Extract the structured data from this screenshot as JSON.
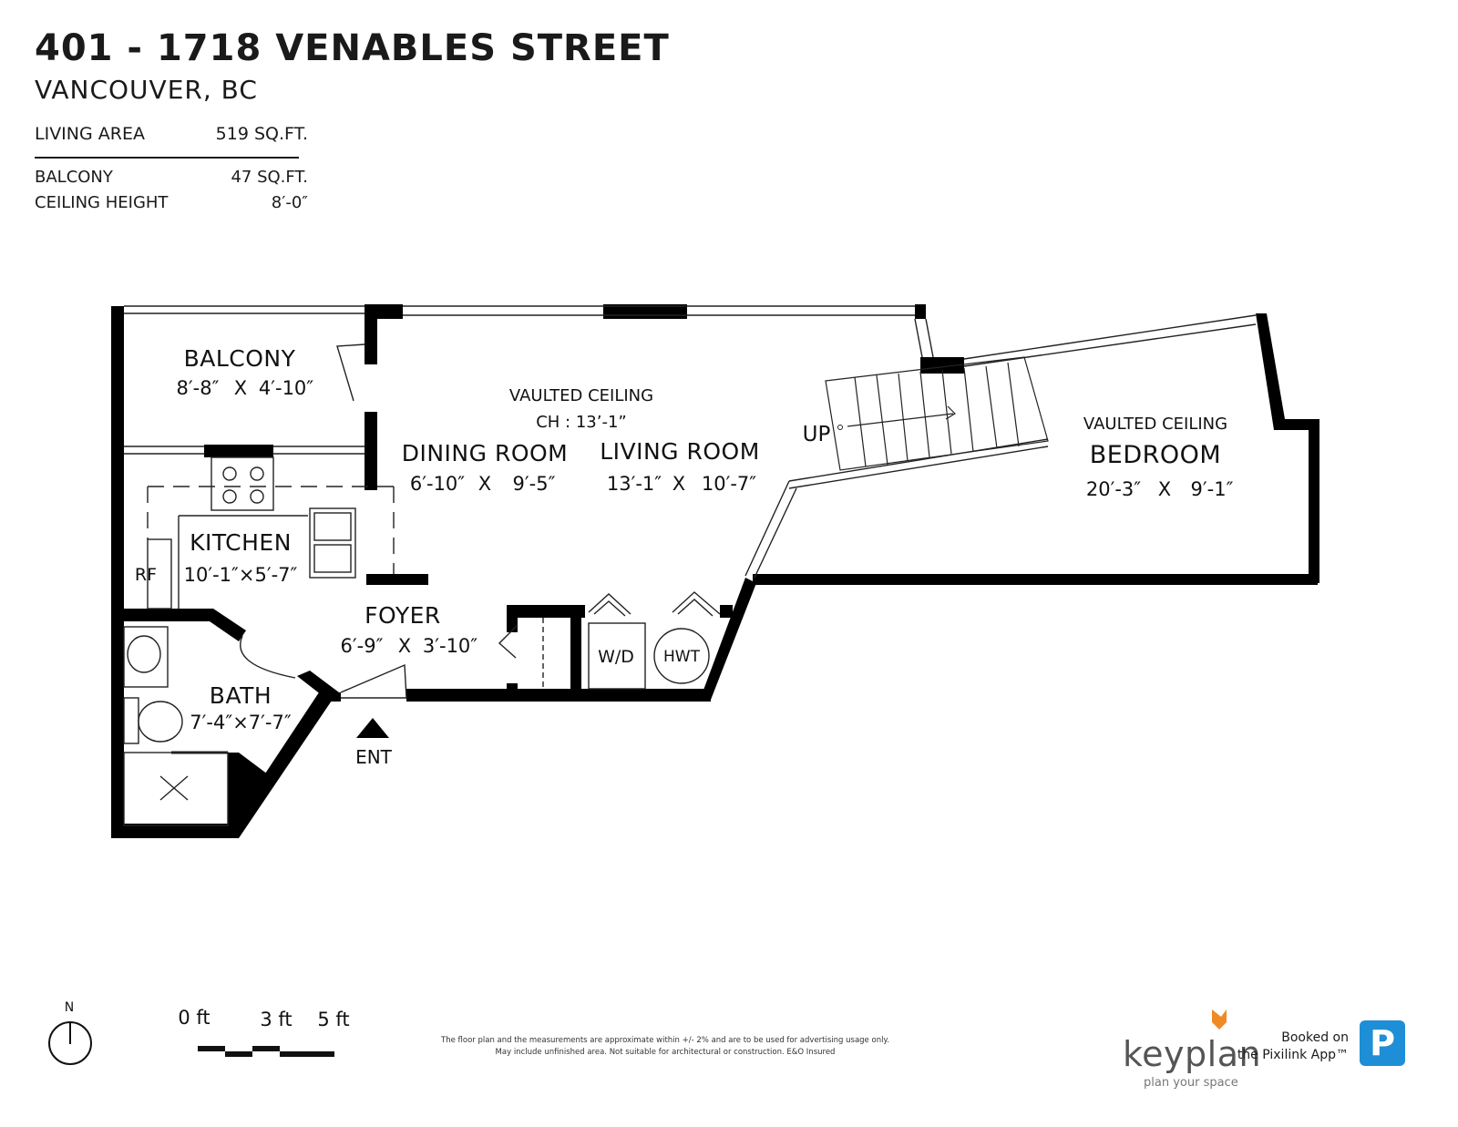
{
  "header": {
    "title": "401 - 1718 VENABLES STREET",
    "subtitle": "VANCOUVER, BC"
  },
  "stats": {
    "living_label": "LIVING AREA",
    "living_value": "519 SQ.FT.",
    "balcony_label": "BALCONY",
    "balcony_value": "47 SQ.FT.",
    "ceiling_label": "CEILING HEIGHT",
    "ceiling_value": "8′-0″"
  },
  "rooms": {
    "balcony": {
      "name": "BALCONY",
      "w": "8′-8″",
      "x": "X",
      "h": "4′-10″"
    },
    "vaulted_main": {
      "line1": "VAULTED CEILING",
      "line2": "CH : 13’-1”"
    },
    "dining": {
      "name": "DINING ROOM",
      "w": "6′-10″",
      "x": "X",
      "h": "9′-5″"
    },
    "living": {
      "name": "LIVING ROOM",
      "w": "13′-1″",
      "x": "X",
      "h": "10′-7″"
    },
    "kitchen": {
      "name": "KITCHEN",
      "dims": "10′-1″×5′-7″"
    },
    "foyer": {
      "name": "FOYER",
      "w": "6′-9″",
      "x": "X",
      "h": "3′-10″"
    },
    "bath": {
      "name": "BATH",
      "dims": "7′-4″×7′-7″"
    },
    "bedroom": {
      "vaulted": "VAULTED CEILING",
      "name": "BEDROOM",
      "w": "20′-3″",
      "x": "X",
      "h": "9′-1″"
    }
  },
  "labels": {
    "up": "UP",
    "ent": "ENT",
    "rf": "RF",
    "wd": "W/D",
    "hwt": "HWT",
    "north": "N"
  },
  "scale": {
    "zero": "0 ft",
    "three": "3 ft",
    "five": "5 ft"
  },
  "footer": {
    "disclaimer_1": "The floor plan and the measurements are approximate within +/- 2% and are to be used for advertising usage only.",
    "disclaimer_2": "May include unfinished area. Not suitable for architectural or construction. E&O Insured",
    "brand": "keyplan",
    "brand_tag": "plan your space",
    "booked_1": "Booked on",
    "booked_2": "the Pixilink App™",
    "app_letter": "P"
  },
  "colors": {
    "wall": "#000000",
    "app_blue": "#1e8fd6",
    "brand_orange": "#f08a24"
  }
}
